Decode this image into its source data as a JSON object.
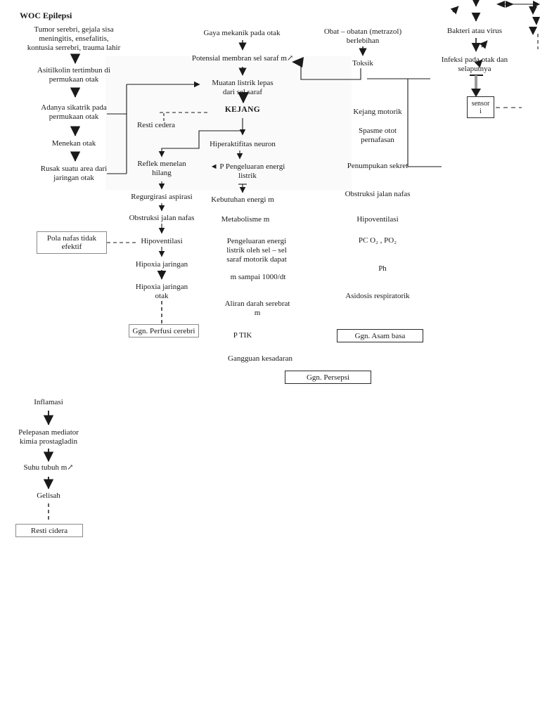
{
  "nodes": {
    "title": "WOC Epilepsi",
    "tumor": "Tumor serebri, gejala sisa\nmeningitis, ensefalitis,\nkontusia serrebri, trauma lahir",
    "asitilkolin": "Asitilkolin tertimbun di\npermukaan otak",
    "sikatrik": "Adanya sikatrik pada\npermukaan otak",
    "menekan": "Menekan otak",
    "rusak": "Rusak suatu area dari\njaringan otak",
    "gaya": "Gaya mekanik pada otak",
    "potensial": "Potensial membran sel saraf m↗",
    "muatan": "Muatan listrik lepas\ndari sel saraf",
    "kejang": "KEJANG",
    "hiperaktifitas": "Hiperaktifitas neuron",
    "pengeluaran_p": "◄ P Pengeluaran energi\nlistrik",
    "kebutuhan": "Kebutuhan energi m",
    "metabolisme": "Metabolisme m",
    "pengeluaran_sel": "Pengeluaran energi\nlistrik oleh sel – sel\nsaraf motorik dapat",
    "sampai": "m  sampai 1000/dt",
    "aliran": "Aliran darah serebrat\nm",
    "ptik": "P  TIK",
    "gangguan_kesadaran": "Gangguan kesadaran",
    "resti_cedera": "Resti cedera",
    "reflek": "Reflek menelan\nhilang",
    "regurgirasi": "Regurgirasi aspirasi",
    "obstruksi_kiri": "Obstruksi jalan nafas",
    "hipoventilasi_kiri": "Hipoventilasi",
    "hipoxia": "Hipoxia jaringan",
    "hipoxia_otak": "Hipoxia jaringan\notak",
    "ggn_perfusi": "Ggn. Perfusi cerebri",
    "pola_nafas": "Pola nafas tidak\nefektif",
    "obat": "Obat – obatan (metrazol)\nberlebihan",
    "toksik": "Toksik",
    "kejang_motorik": "Kejang motorik",
    "spasme": "Spasme otot\npernafasan",
    "penumpukan": "Penumpukan sekret",
    "obstruksi_kanan": "Obstruksi jalan nafas",
    "hipoventilasi_kanan": "Hipoventilasi",
    "pco2": "PC O₂ , PO₂",
    "ph": "Ph",
    "asidosis": "Asidosis respiratorik",
    "ggn_asam_basa": "Ggn. Asam basa",
    "ggn_persepsi": "Ggn. Persepsi",
    "bakteri": "Bakteri atau virus",
    "infeksi": "Infeksi pada otak dan\nselaputnya",
    "sensori": "sensor\ni",
    "inflamasi": "Inflamasi",
    "pelepasan": "Pelepasan mediator\nkimia prostagladin",
    "suhu": "Suhu tubuh m↗",
    "gelisah": "Gelisah",
    "resti_cidera": "Resti cidera"
  },
  "colors": {
    "ink": "#1a1a1a",
    "page": "#ffffff",
    "shaft_gray": "#9a9a9a"
  }
}
